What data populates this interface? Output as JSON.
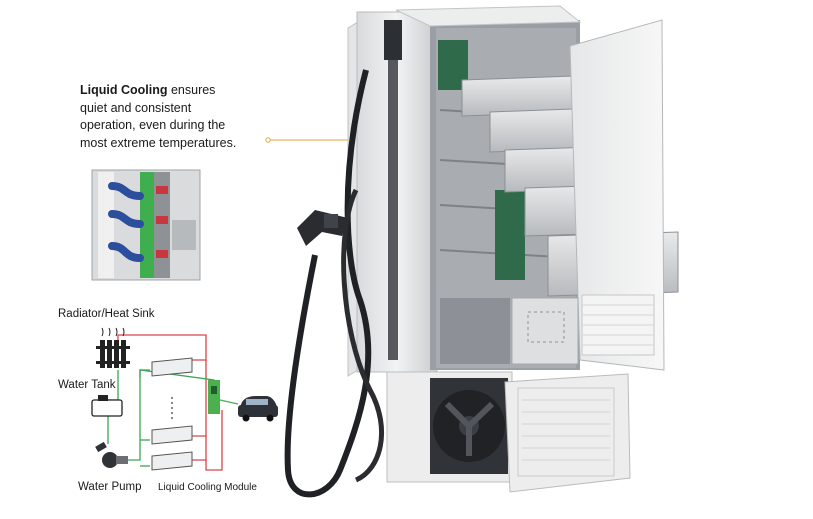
{
  "callout": {
    "bold": "Liquid Cooling",
    "line1_rest": " ensures",
    "line2": "quiet and consistent",
    "line3": "operation, even during the",
    "line4": "most extreme temperatures."
  },
  "diagram": {
    "radiator_label": "Radiator/Heat Sink",
    "water_tank_label": "Water Tank",
    "water_pump_label": "Water Pump",
    "module_label": "Liquid Cooling Module"
  },
  "colors": {
    "leader": "#e8a33a",
    "pipe_red": "#d9434a",
    "pipe_green": "#3aa655",
    "module_green": "#4caf50"
  }
}
